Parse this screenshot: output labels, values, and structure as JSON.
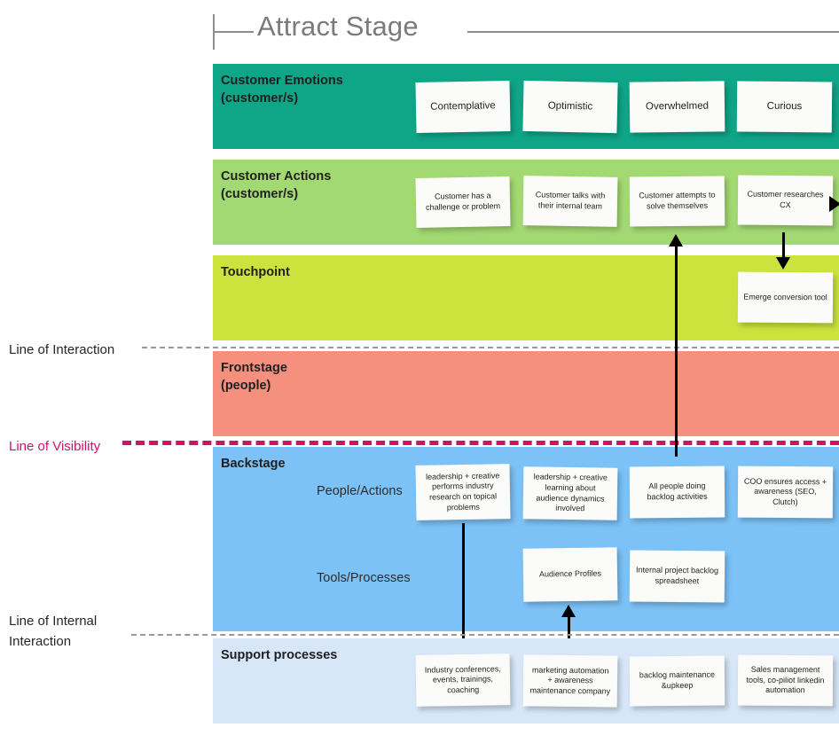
{
  "header": {
    "title": "Attract Stage"
  },
  "separators": [
    {
      "label": "Line of Interaction",
      "color": "#9a9a9a"
    },
    {
      "label": "Line of Visibility",
      "color": "#CC1366"
    },
    {
      "label": "Line of Internal\nInteraction",
      "color": "#9a9a9a"
    }
  ],
  "bands": {
    "emotions": {
      "label": "Customer Emotions\n(customer/s)",
      "color": "#0FA587"
    },
    "actions": {
      "label": "Customer Actions\n(customer/s)",
      "color": "#A3D972"
    },
    "touchpoint": {
      "label": "Touchpoint",
      "color": "#CBE33C"
    },
    "frontstage": {
      "label": "Frontstage\n(people)",
      "color": "#F4907D"
    },
    "backstage": {
      "label": "Backstage",
      "color": "#7CC2F7",
      "subrows": [
        "People/Actions",
        "Tools/Processes"
      ]
    },
    "support": {
      "label": "Support processes",
      "color": "#D7E7F8"
    }
  },
  "notes": {
    "emotions": [
      "Contemplative",
      "Optimistic",
      "Overwhelmed",
      "Curious"
    ],
    "actions": [
      "Customer has a challenge or problem",
      "Customer talks with their internal team",
      "Customer attempts to solve themselves",
      "Customer researches CX"
    ],
    "touchpoint": [
      "Emerge conversion tool"
    ],
    "backstage_people": [
      "leadership + creative performs industry research on topical problems",
      "leadership + creative learning about audience dynamics involved",
      "All people doing backlog activities",
      "COO ensures access + awareness (SEO, Clutch)"
    ],
    "backstage_tools": [
      "Audience Profiles",
      "Internal project backlog spreadsheet"
    ],
    "support": [
      "Industry conferences, events, trainings, coaching",
      "marketing automation + awareness maintenance company",
      "backlog maintenance &upkeep",
      "Sales management tools, co-piliot linkedin automation"
    ]
  },
  "sticky_color": "#fbfbf9"
}
